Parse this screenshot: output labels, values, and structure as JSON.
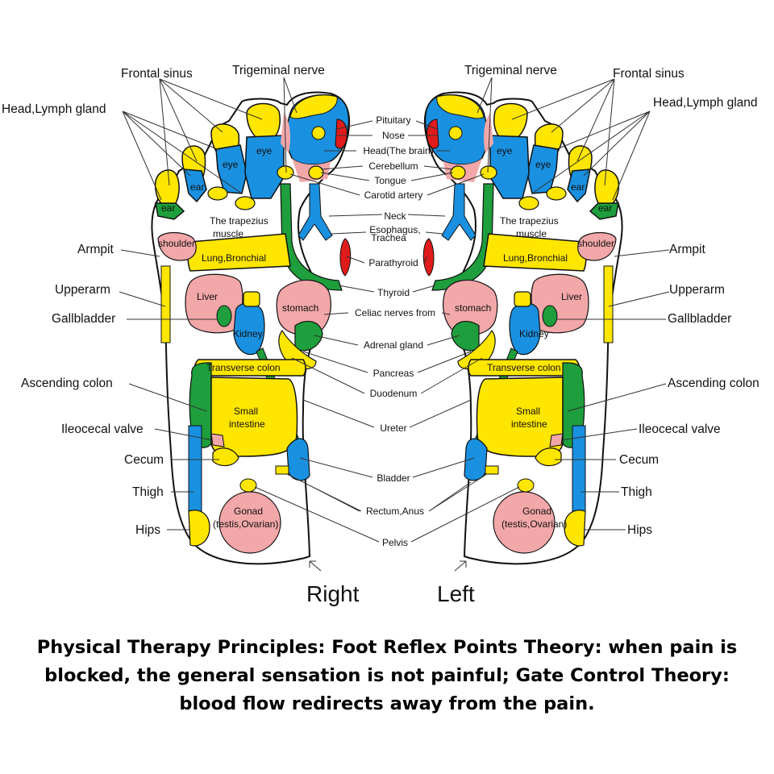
{
  "colors": {
    "yellow": "#ffe600",
    "blue": "#1a90e0",
    "green": "#1e9e3c",
    "pink": "#f2a7a9",
    "red": "#e01b1b",
    "outline": "#111111"
  },
  "side_labels": {
    "right": "Right",
    "left": "Left"
  },
  "labels_left": {
    "frontal_sinus": "Frontal sinus",
    "trigeminal_nerve": "Trigeminal nerve",
    "head_lymph": "Head,Lymph gland",
    "armpit": "Armpit",
    "upperarm": "Upperarm",
    "gallbladder": "Gallbladder",
    "ascending_colon": "Ascending colon",
    "ileocecal_valve": "Ileocecal valve",
    "cecum": "Cecum",
    "thigh": "Thigh",
    "hips": "Hips"
  },
  "labels_right": {
    "frontal_sinus": "Frontal sinus",
    "trigeminal_nerve": "Trigeminal nerve",
    "head_lymph": "Head,Lymph gland",
    "armpit": "Armpit",
    "upperarm": "Upperarm",
    "gallbladder": "Gallbladder",
    "ascending_colon": "Ascending colon",
    "ileocecal_valve": "Ileocecal valve",
    "cecum": "Cecum",
    "thigh": "Thigh",
    "hips": "Hips"
  },
  "labels_center": {
    "pituitary": "Pituitary",
    "nose": "Nose",
    "head_brain": "Head(The brain)",
    "cerebellum": "Cerebellum",
    "tongue": "Tongue",
    "carotid": "Carotid artery",
    "neck": "Neck",
    "esophagus_1": "Esophagus,",
    "esophagus_2": "Trachea",
    "parathyroid": "Parathyroid",
    "thyroid": "Thyroid",
    "celiac": "Celiac nerves from",
    "adrenal": "Adrenal gland",
    "pancreas": "Pancreas",
    "duodenum": "Duodenum",
    "ureter": "Ureter",
    "bladder": "Bladder",
    "rectum": "Rectum,Anus",
    "pelvis": "Pelvis"
  },
  "zones": {
    "eye": "eye",
    "ear": "ear",
    "trapezius_1": "The trapezius",
    "trapezius_2": "muscle",
    "shoulder": "shoulder",
    "lung": "Lung,Bronchial",
    "liver": "Liver",
    "stomach": "stomach",
    "kidney": "Kidney",
    "transverse_colon": "Transverse colon",
    "small_intestine_1": "Small",
    "small_intestine_2": "intestine",
    "gonad_1": "Gonad",
    "gonad_2": "(testis,Ovarian)"
  },
  "caption": "Physical Therapy Principles: Foot Reflex Points Theory: when pain is blocked, the general sensation is not painful; Gate Control Theory: blood flow redirects away from the pain."
}
